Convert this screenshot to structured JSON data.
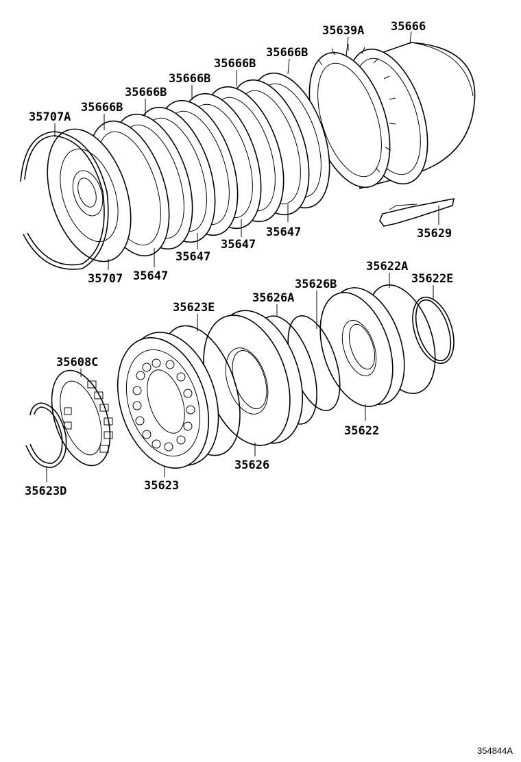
{
  "labels": {
    "p35639A": "35639A",
    "p35666": "35666",
    "p35666B_a": "35666B",
    "p35666B_b": "35666B",
    "p35666B_c": "35666B",
    "p35666B_d": "35666B",
    "p35666B_e": "35666B",
    "p35707A": "35707A",
    "p35629": "35629",
    "p35647_a": "35647",
    "p35647_b": "35647",
    "p35647_c": "35647",
    "p35647_d": "35647",
    "p35707": "35707",
    "p35622A": "35622A",
    "p35622E": "35622E",
    "p35626B": "35626B",
    "p35626A": "35626A",
    "p35623E": "35623E",
    "p35608C": "35608C",
    "p35622": "35622",
    "p35626": "35626",
    "p35623": "35623",
    "p35623D": "35623D"
  },
  "figure_id": "354844A"
}
